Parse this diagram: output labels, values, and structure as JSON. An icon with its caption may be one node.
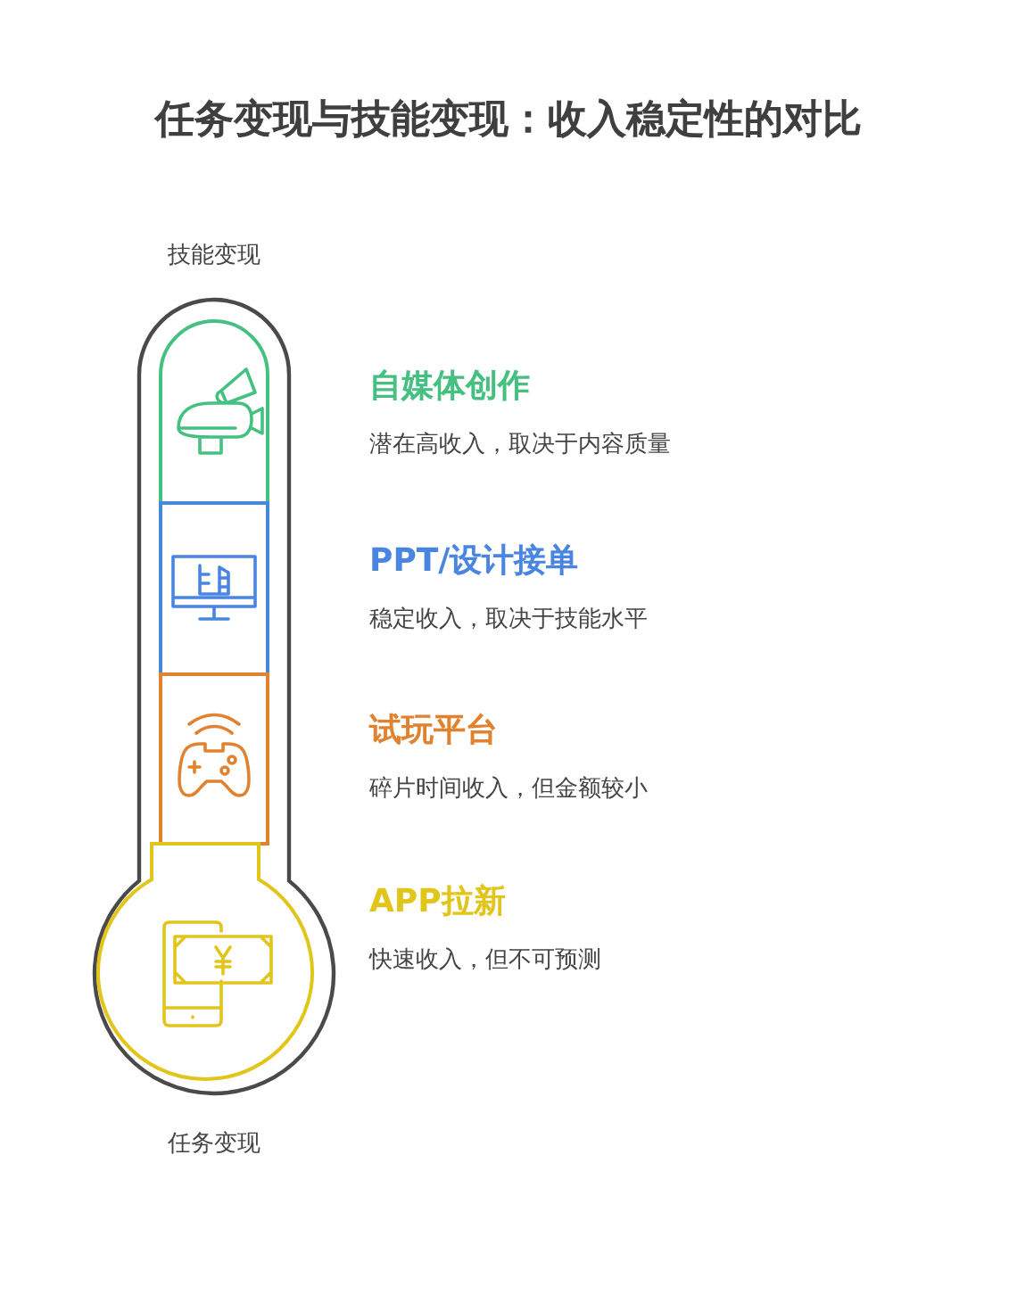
{
  "diagram": {
    "title": "任务变现与技能变现：收入稳定性的对比",
    "nodes": [
      {
        "text": [],
        "shape": "thermometer"
      },
      {
        "text": [],
        "shape": "box",
        "in": 0,
        "beside": [
          "自媒体创作",
          "潜在高收入，取决于内容质量"
        ]
      },
      {
        "text": [],
        "shape": "box",
        "in": 0,
        "beside": [
          "PPT/设计接单",
          "稳定收入，取决于技能水平"
        ]
      },
      {
        "text": [],
        "shape": "box",
        "in": 0,
        "beside": [
          "试玩平台",
          "碎片时间收入，但金额较小"
        ]
      },
      {
        "text": [],
        "shape": "bulb",
        "in": 0,
        "beside": [
          "APP拉新",
          "快速收入，但不可预测"
        ]
      }
    ],
    "labels": [
      "技能变现",
      "任务变现"
    ]
  }
}
